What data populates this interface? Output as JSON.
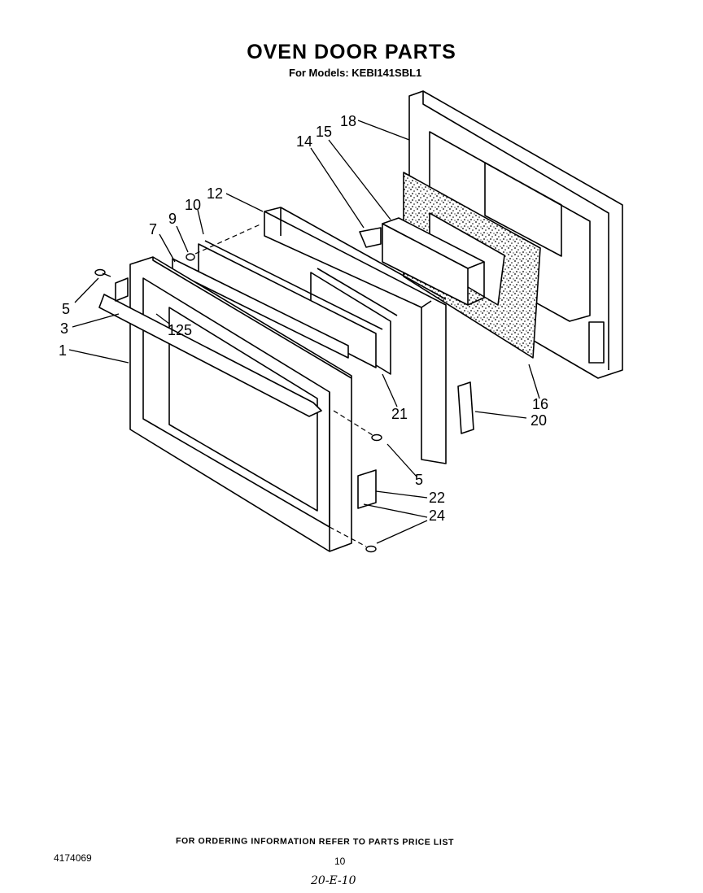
{
  "header": {
    "title": "OVEN DOOR PARTS",
    "subtitle": "For Models: KEBI141SBL1"
  },
  "callouts": [
    "18",
    "15",
    "14",
    "12",
    "10",
    "9",
    "7",
    "5",
    "3",
    "125",
    "1",
    "21",
    "16",
    "20",
    "5",
    "22",
    "24"
  ],
  "footer": {
    "ordering_note": "FOR ORDERING INFORMATION REFER TO PARTS PRICE LIST",
    "document_number": "4174069",
    "page_number": "10",
    "handwritten_note": "20-E-10"
  }
}
